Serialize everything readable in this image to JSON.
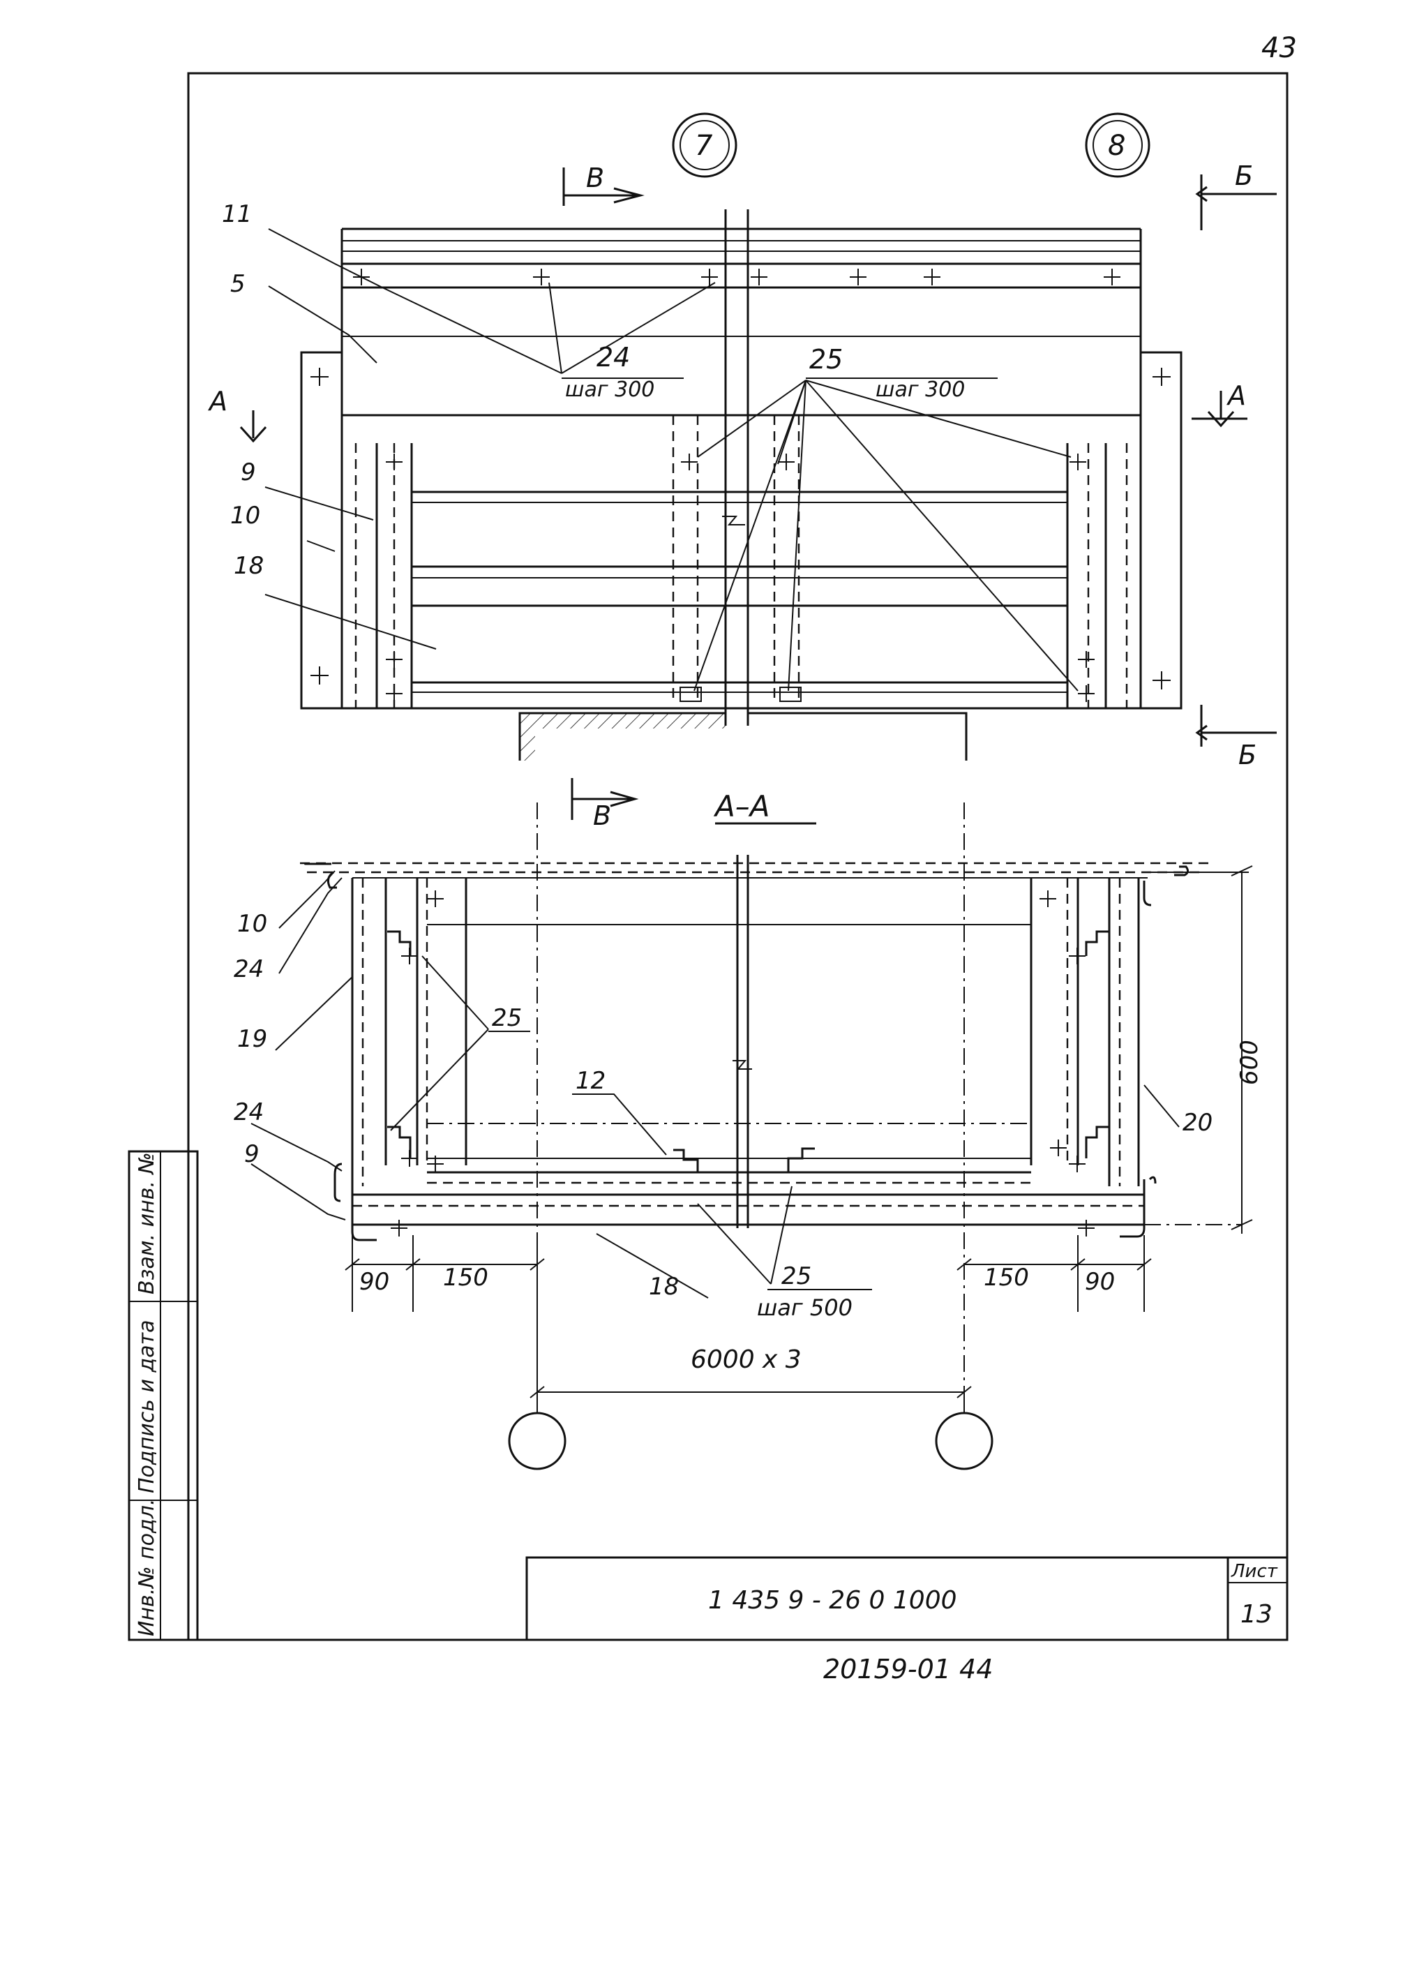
{
  "page_number": "43",
  "axes": {
    "left": "7",
    "right": "8"
  },
  "sections": {
    "cut_b": "В",
    "cut_bb": "Б",
    "cut_a": "А",
    "section_title": "А–А"
  },
  "callouts_plan": {
    "c11": "11",
    "c5": "5",
    "c9": "9",
    "c10": "10",
    "c18": "18",
    "c24": "24",
    "c24_step": "шаг 300",
    "c25": "25",
    "c25_step": "шаг 300"
  },
  "callouts_section": {
    "c10": "10",
    "c24a": "24",
    "c19": "19",
    "c25a": "25",
    "c24b": "24",
    "c9": "9",
    "c12": "12",
    "c18": "18",
    "c25b": "25",
    "c25b_step": "шаг 500",
    "c20": "20"
  },
  "dimensions": {
    "left_90": "90",
    "left_150": "150",
    "right_150": "150",
    "right_90": "90",
    "height_600": "600",
    "span": "6000 x 3"
  },
  "title_block": {
    "code": "1 435 9 - 26 0   1000",
    "sheet_label": "Лист",
    "sheet_number": "13"
  },
  "side_stamp": {
    "inv_podl": "Инв.№ подл.",
    "sign_date": "Подпись и дата",
    "vzam_inv": "Взам. инв. №"
  },
  "footer_code": "20159-01   44"
}
